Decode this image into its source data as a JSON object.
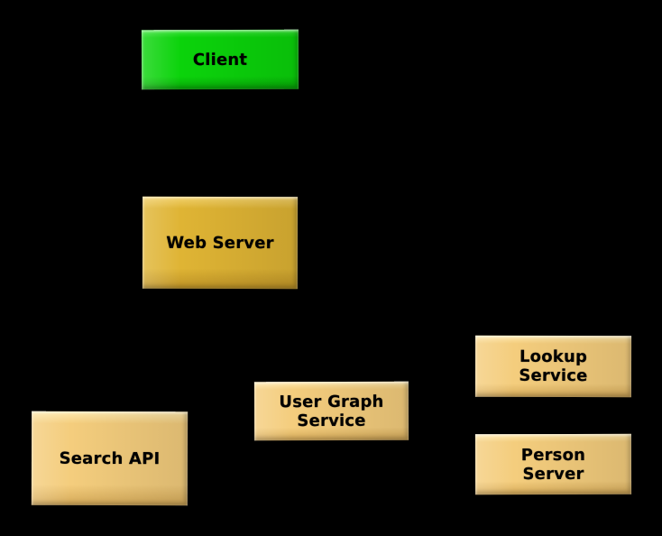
{
  "canvas": {
    "background_color": "#000000"
  },
  "nodes": [
    {
      "id": "client",
      "label": "Client",
      "fill": "#0bd30b",
      "highlight": "#3fe43f",
      "shade": "#07a607",
      "text_color": "#000000"
    },
    {
      "id": "web-server",
      "label": "Web Server",
      "fill": "#dfb434",
      "highlight": "#f3d26e",
      "shade": "#bd9226",
      "text_color": "#000000"
    },
    {
      "id": "search-api",
      "label": "Search API",
      "fill": "#f4cd7d",
      "highlight": "#ffe9ae",
      "shade": "#d4a958",
      "text_color": "#000000"
    },
    {
      "id": "user-graph-service",
      "label": "User Graph\nService",
      "fill": "#f4cd7d",
      "highlight": "#ffe9ae",
      "shade": "#d4a958",
      "text_color": "#000000"
    },
    {
      "id": "lookup-service",
      "label": "Lookup\nService",
      "fill": "#f4cd7d",
      "highlight": "#ffe9ae",
      "shade": "#d4a958",
      "text_color": "#000000"
    },
    {
      "id": "person-server",
      "label": "Person\nServer",
      "fill": "#f4cd7d",
      "highlight": "#ffe9ae",
      "shade": "#d4a958",
      "text_color": "#000000"
    }
  ]
}
